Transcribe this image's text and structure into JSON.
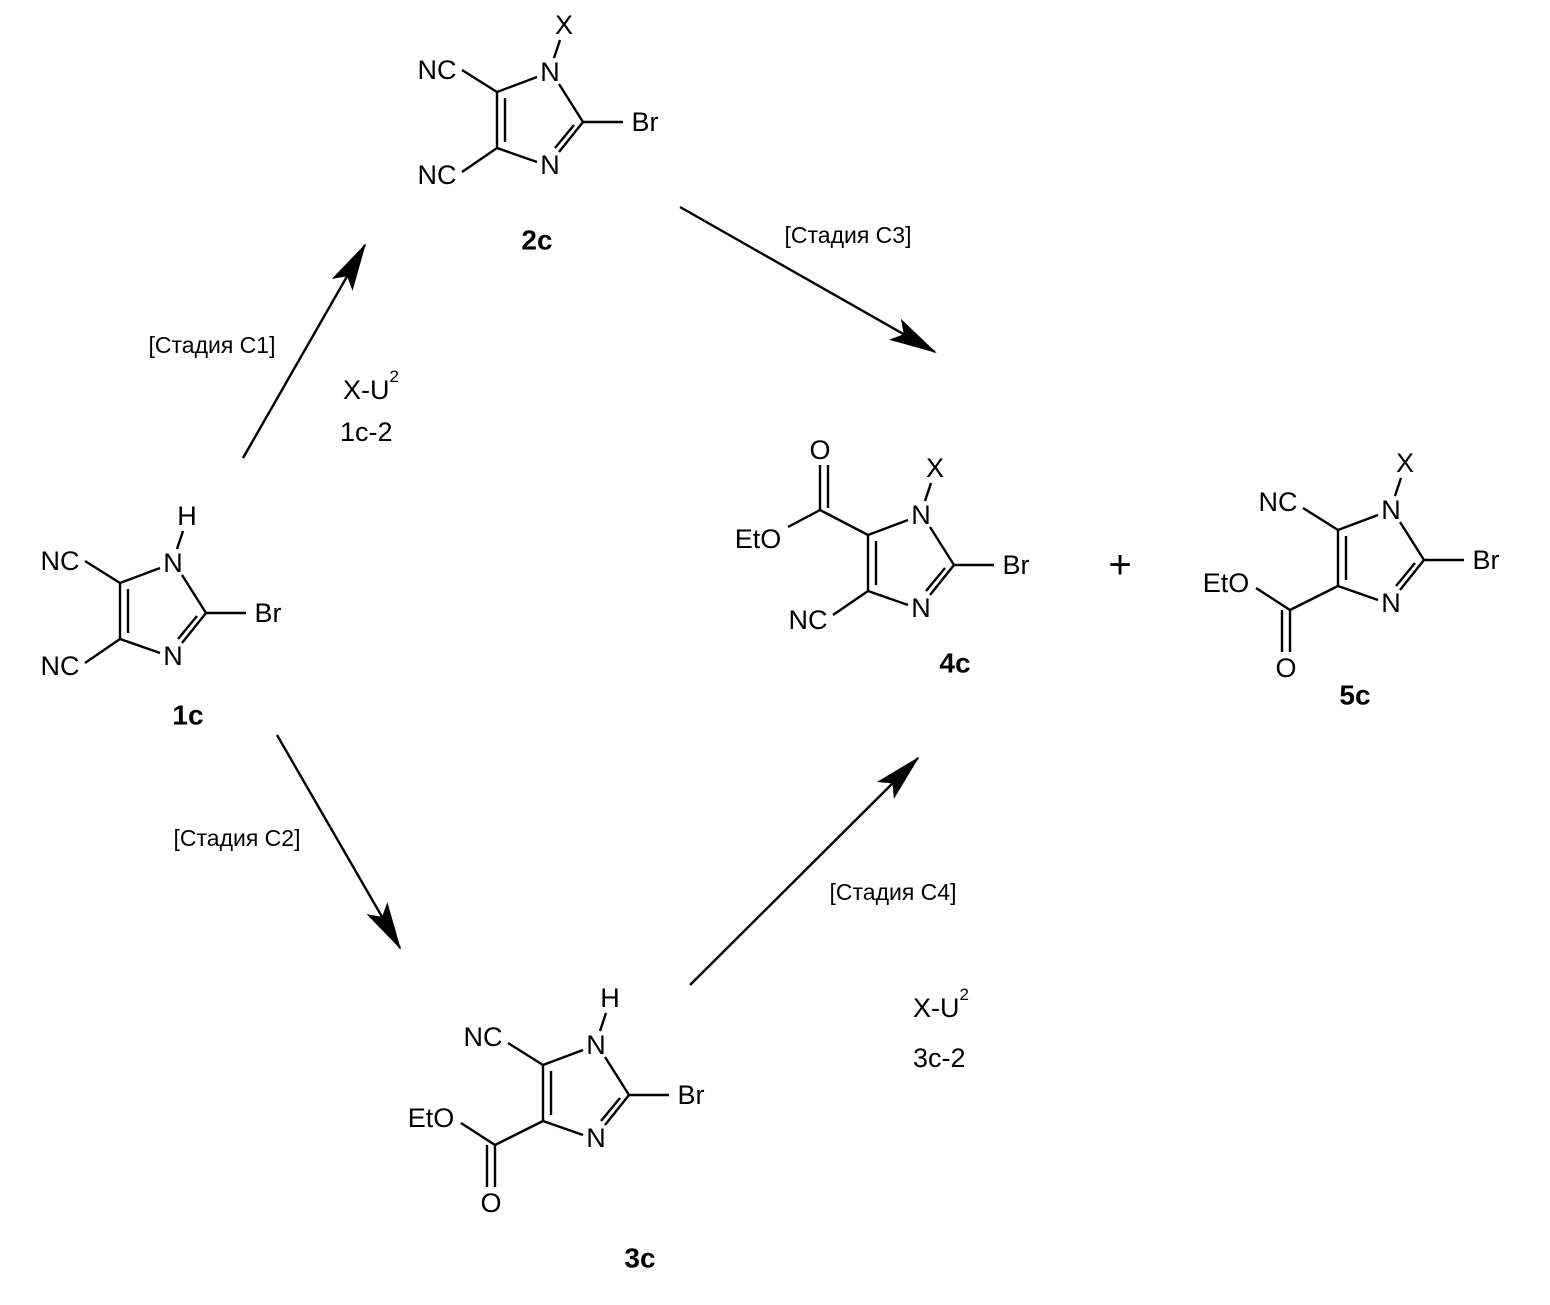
{
  "molecules": [
    {
      "id": "1c",
      "label": "1c",
      "n1_sub": "H",
      "n1": "N",
      "n3": "N",
      "br": "Br",
      "c5_sub": "NC",
      "c4_sub": "NC",
      "type": "dinitrile"
    },
    {
      "id": "2c",
      "label": "2c",
      "n1_sub": "X",
      "n1": "N",
      "n3": "N",
      "br": "Br",
      "c5_sub": "NC",
      "c4_sub": "NC",
      "type": "dinitrile"
    },
    {
      "id": "3c",
      "label": "3c",
      "n1_sub": "H",
      "n1": "N",
      "n3": "N",
      "br": "Br",
      "c5_sub": "NC",
      "ester_o": "O",
      "ester_oet": "EtO",
      "type": "ester4"
    },
    {
      "id": "4c",
      "label": "4c",
      "n1_sub": "X",
      "n1": "N",
      "n3": "N",
      "br": "Br",
      "c4_sub": "NC",
      "ester_o": "O",
      "ester_oet": "EtO",
      "type": "ester5"
    },
    {
      "id": "5c",
      "label": "5c",
      "n1_sub": "X",
      "n1": "N",
      "n3": "N",
      "br": "Br",
      "c5_sub": "NC",
      "ester_o": "O",
      "ester_oet": "EtO",
      "type": "ester4"
    }
  ],
  "steps": {
    "c1": "[Стадия C1]",
    "c2": "[Стадия C2]",
    "c3": "[Стадия C3]",
    "c4": "[Стадия C4]"
  },
  "reagents": {
    "r1": {
      "name": "X-U",
      "sup": "2",
      "code": "1c-2"
    },
    "r2": {
      "name": "X-U",
      "sup": "2",
      "code": "3c-2"
    }
  },
  "plus": "+"
}
